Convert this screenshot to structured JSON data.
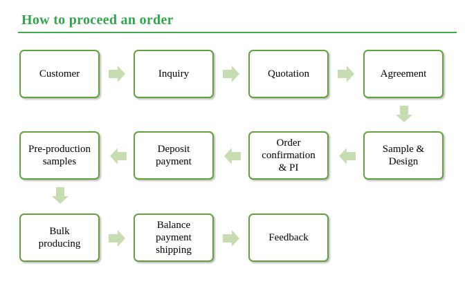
{
  "title": "How to proceed  an order",
  "steps": [
    {
      "lines": [
        "Customer"
      ]
    },
    {
      "lines": [
        "Inquiry"
      ]
    },
    {
      "lines": [
        "Quotation"
      ]
    },
    {
      "lines": [
        "Agreement"
      ]
    },
    {
      "lines": [
        "Sample &",
        "Design"
      ]
    },
    {
      "lines": [
        "Order",
        "confirmation",
        "& PI"
      ]
    },
    {
      "lines": [
        "Deposit",
        "payment"
      ]
    },
    {
      "lines": [
        "Pre-production",
        "samples"
      ]
    },
    {
      "lines": [
        "Bulk",
        "producing"
      ]
    },
    {
      "lines": [
        "Balance",
        "payment",
        "shipping"
      ]
    },
    {
      "lines": [
        "Feedback"
      ]
    }
  ],
  "colors": {
    "title": "#2fa64a",
    "rule": "#3cab4e",
    "box_border": "#5fa33a",
    "arrow": "#c8dcb2"
  }
}
